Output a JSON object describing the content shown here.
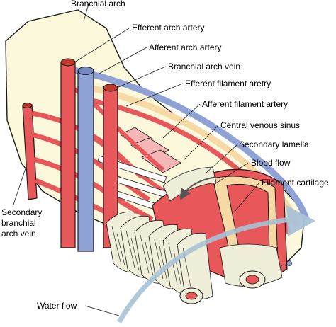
{
  "labels": {
    "branchial_arch": "Branchial arch",
    "efferent_arch_artery": "Efferent arch artery",
    "afferent_arch_artery": "Afferent arch artery",
    "branchial_arch_vein": "Branchial arch vein",
    "efferent_filament_artery": "Efferent filament aretry",
    "afferent_filament_artery": "Afferent filament artery",
    "central_venous_sinus": "Central venous sinus",
    "secondary_lamella": "Secondary lamella",
    "blood_flow": "Blood flow",
    "filament_cartilage": "Filament cartilage",
    "secondary_branchial_arch_vein_1": "Secondary",
    "secondary_branchial_arch_vein_2": "branchial",
    "secondary_branchial_arch_vein_3": "arch vein",
    "water_flow": "Water flow"
  },
  "colors": {
    "artery": "#e8585a",
    "artery_dark": "#c0392b",
    "vein": "#8ea2d6",
    "arch_tissue": "#fbf8dc",
    "cartilage": "#f7d9a6",
    "water_flow_arrow": "#a9c2d6",
    "lamella": "#efeed8",
    "outline": "#1a1a1a"
  },
  "icons": [
    "water-flow-arrow",
    "blood-flow-arrow"
  ]
}
